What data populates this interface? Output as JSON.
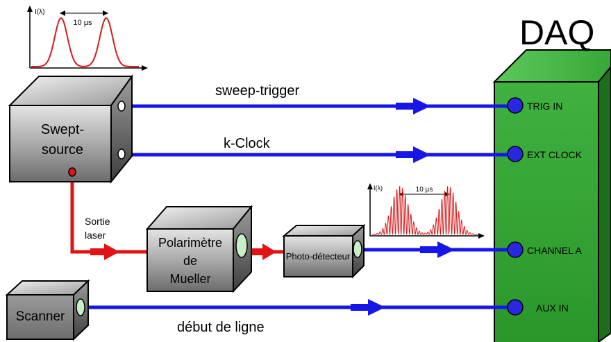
{
  "diagram": {
    "daq": {
      "title": "DAQ",
      "ports": [
        "TRIG IN",
        "EXT CLOCK",
        "CHANNEL A",
        "AUX IN"
      ]
    },
    "devices": {
      "swept_source": [
        "Swept-",
        "source"
      ],
      "polarimeter": [
        "Polarimètre",
        "de",
        "Mueller"
      ],
      "photodetector": "Photo-détecteur",
      "scanner": "Scanner"
    },
    "connections": {
      "sweep_trigger": "sweep-trigger",
      "k_clock": "k-Clock",
      "laser_output": [
        "Sortie",
        "laser"
      ],
      "line_start": "début de ligne"
    },
    "plots": {
      "top": {
        "ylabel": "I(λ)",
        "period": "10 µs"
      },
      "signal": {
        "ylabel": "I(λ)",
        "period": "10 µs"
      }
    },
    "colors": {
      "daq_green": "#2e9e2e",
      "signal_blue": "#1616e6",
      "laser_red": "#e01414",
      "plot_red": "#d81818",
      "device_gray": "#8c8c8c",
      "port_fill": "#2828e0",
      "lens_fill": "#c8eec8"
    }
  }
}
